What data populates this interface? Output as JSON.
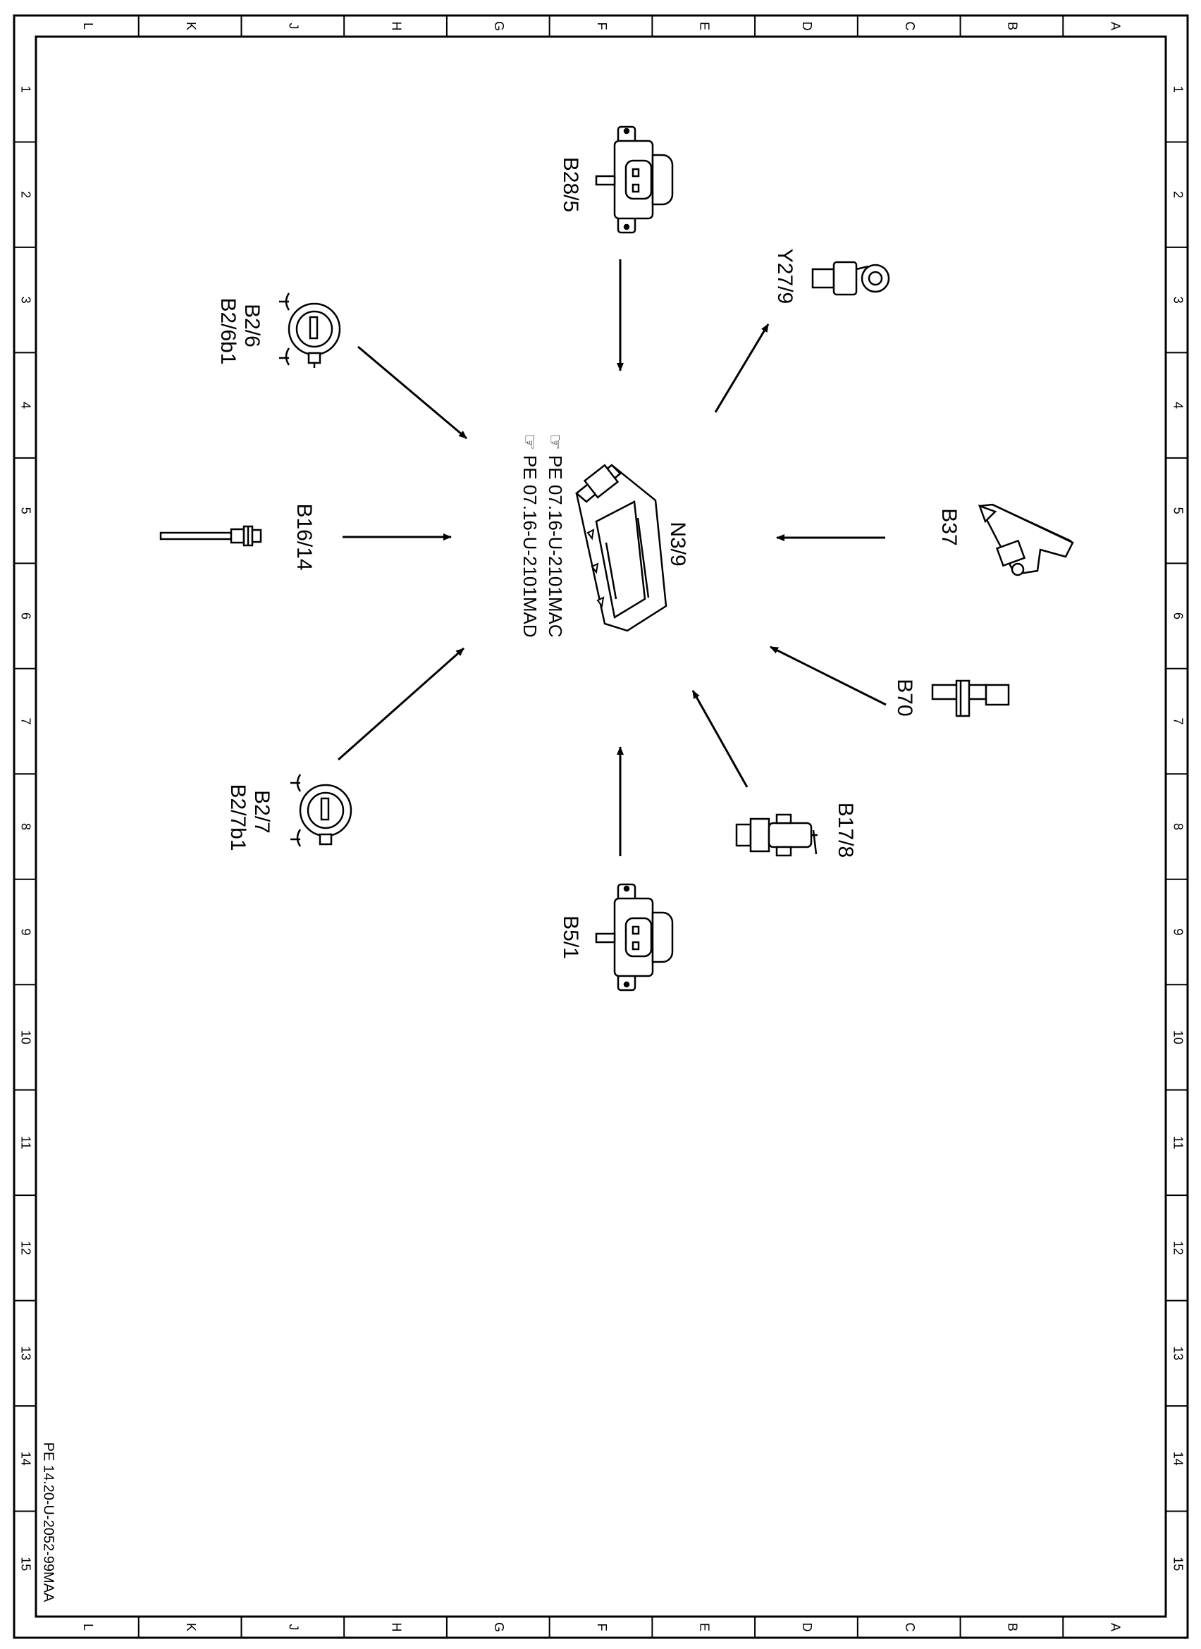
{
  "frame": {
    "columns": [
      "L",
      "K",
      "J",
      "H",
      "G",
      "F",
      "E",
      "D",
      "C",
      "B",
      "A"
    ],
    "rows": [
      "1",
      "2",
      "3",
      "4",
      "5",
      "6",
      "7",
      "8",
      "9",
      "10",
      "11",
      "12",
      "13",
      "14",
      "15"
    ]
  },
  "center": {
    "id": "N3/9",
    "references": [
      "PE 07.16-U-2101MAC",
      "PE 07.16-U-2101MAD"
    ]
  },
  "components": {
    "b28_5": "B28/5",
    "y27_9": "Y27/9",
    "b2_6": "B2/6",
    "b2_6b1": "B2/6b1",
    "b16_14": "B16/14",
    "b37": "B37",
    "b70": "B70",
    "b2_7": "B2/7",
    "b2_7b1": "B2/7b1",
    "b17_8": "B17/8",
    "b5_1": "B5/1"
  },
  "doc_id": "PE 14.20-U-2052-99MAA"
}
